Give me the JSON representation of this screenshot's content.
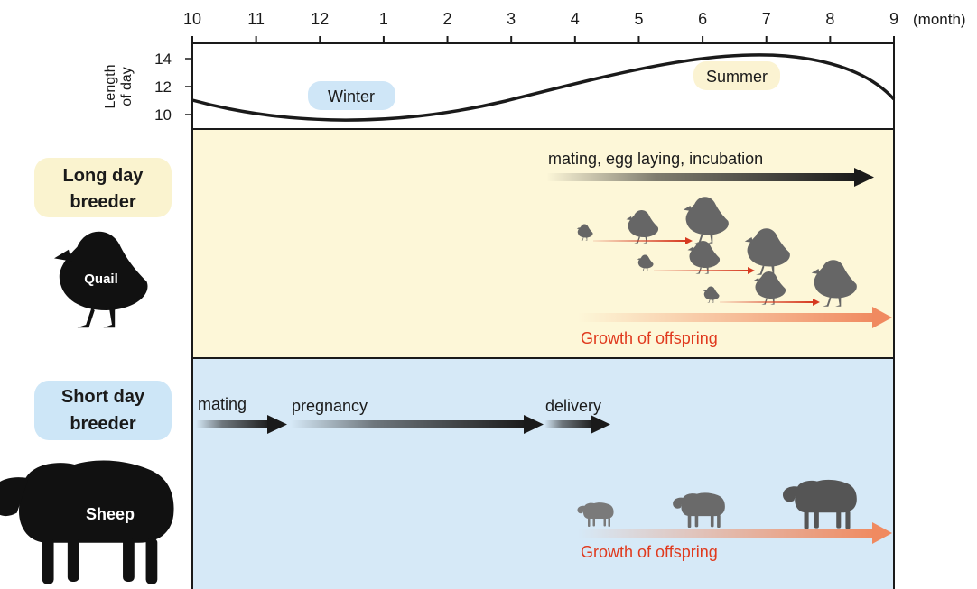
{
  "months": [
    "10",
    "11",
    "12",
    "1",
    "2",
    "3",
    "4",
    "5",
    "6",
    "7",
    "8",
    "9"
  ],
  "month_unit": "(month)",
  "day_length": {
    "axis_label_line1": "Length",
    "axis_label_line2": "of day",
    "ticks": [
      "14",
      "12",
      "10"
    ],
    "winter_label": "Winter",
    "summer_label": "Summer"
  },
  "long_day": {
    "label_line1": "Long day",
    "label_line2": "breeder",
    "animal": "Quail",
    "activity": "mating, egg laying, incubation",
    "growth": "Growth of offspring"
  },
  "short_day": {
    "label_line1": "Short day",
    "label_line2": "breeder",
    "animal": "Sheep",
    "mating": "mating",
    "pregnancy": "pregnancy",
    "delivery": "delivery",
    "growth": "Growth of offspring"
  },
  "colors": {
    "long_day_bg": "#fdf7d8",
    "short_day_bg": "#d6e9f7",
    "label_yellow": "#faf3cf",
    "label_blue": "#cde6f7",
    "winter_pill": "#cfe6f7",
    "summer_pill": "#fbf3d2",
    "growth_text": "#e03a1e",
    "silhouette": "#666666",
    "animal_icon": "#111111"
  }
}
